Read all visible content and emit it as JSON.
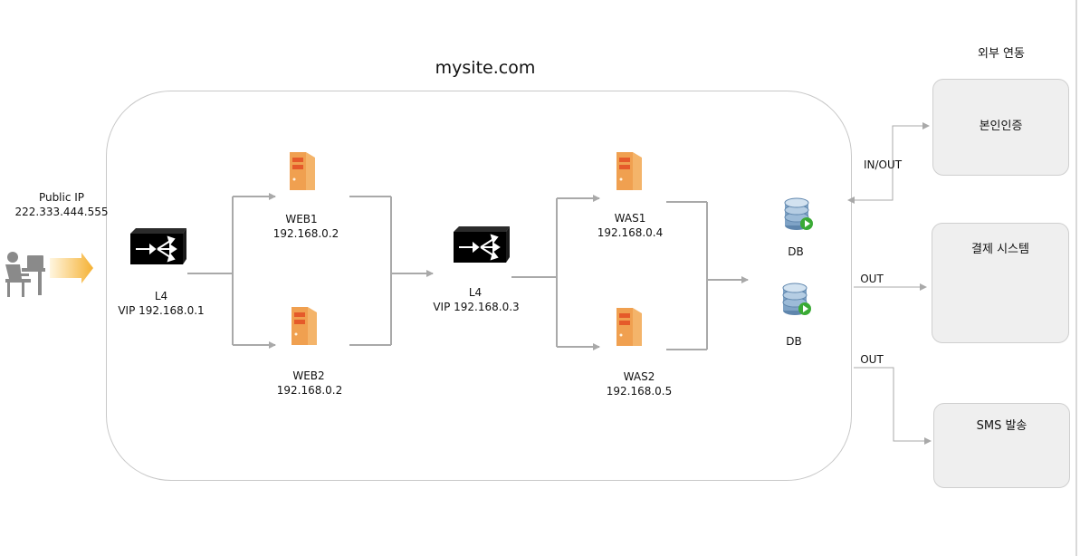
{
  "title": "mysite.com",
  "external_heading": "외부 연동",
  "client": {
    "label": "Public IP",
    "ip": "222.333.444.555"
  },
  "l4_front": {
    "name": "L4",
    "vip": "VIP  192.168.0.1"
  },
  "l4_back": {
    "name": "L4",
    "vip": "VIP 192.168.0.3"
  },
  "web1": {
    "name": "WEB1",
    "ip": "192.168.0.2"
  },
  "web2": {
    "name": "WEB2",
    "ip": "192.168.0.2"
  },
  "was1": {
    "name": "WAS1",
    "ip": "192.168.0.4"
  },
  "was2": {
    "name": "WAS2",
    "ip": "192.168.0.5"
  },
  "db1": {
    "name": "DB"
  },
  "db2": {
    "name": "DB"
  },
  "external": {
    "auth": {
      "label": "본인인증",
      "flow": "IN/OUT"
    },
    "payment": {
      "label": "결제 시스템",
      "flow": "OUT"
    },
    "sms": {
      "label": "SMS 발송",
      "flow": "OUT"
    }
  },
  "colors": {
    "server_orange": "#f0a050",
    "server_orange_dark": "#e08a3a",
    "server_slot": "#e55a2a",
    "switch_black": "#000000",
    "db_blue": "#6a8fb5",
    "db_play_green": "#3aaa35",
    "arrow_gray": "#a9a9a9",
    "user_gray": "#8a8a8a",
    "entry_arrow_orange": "#f5b133",
    "box_fill": "#efefef"
  },
  "icons": {
    "user": "person-at-computer-icon",
    "entry_arrow": "block-arrow-right-icon",
    "switch": "l4-switch-icon",
    "server": "server-icon",
    "database": "database-icon"
  }
}
